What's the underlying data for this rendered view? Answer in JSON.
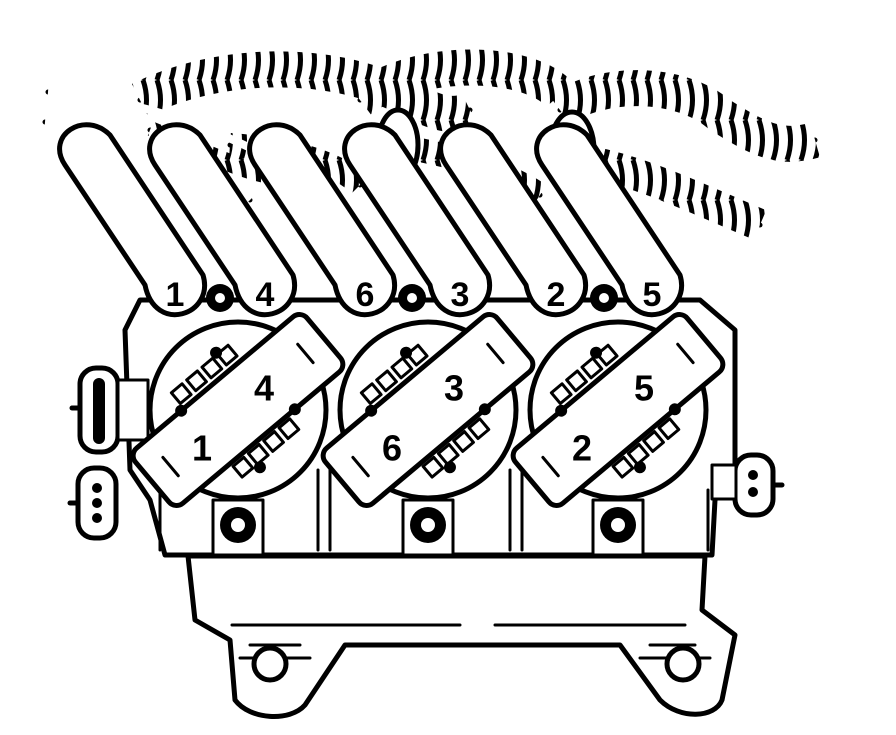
{
  "diagram": {
    "subject": "ignition-coil-pack",
    "style": "black line drawing on white",
    "background": "#ffffff",
    "ink": "#000000",
    "boot_labels": [
      "1",
      "4",
      "6",
      "3",
      "2",
      "5"
    ],
    "coils": [
      {
        "id": "coil-a",
        "top_label": "4",
        "bottom_label": "1"
      },
      {
        "id": "coil-b",
        "top_label": "3",
        "bottom_label": "6"
      },
      {
        "id": "coil-c",
        "top_label": "5",
        "bottom_label": "2"
      }
    ],
    "connectors": [
      {
        "id": "left-upper",
        "pins": 0
      },
      {
        "id": "left-lower",
        "pins": 3
      },
      {
        "id": "right",
        "pins": 2
      }
    ],
    "bracket_mount_holes": 2,
    "coil_mount_bolts": 3,
    "wire_count": 6
  }
}
